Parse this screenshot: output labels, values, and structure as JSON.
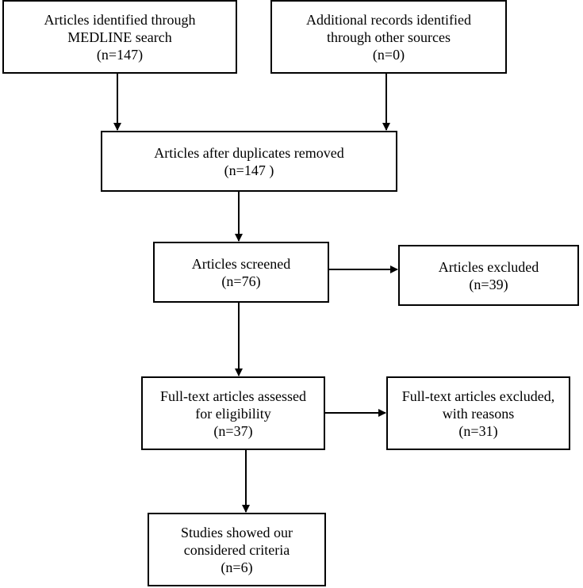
{
  "diagram": {
    "boxes": {
      "medline": {
        "lines": [
          "Articles identified through",
          "MEDLINE search",
          "(n=147)"
        ]
      },
      "other_sources": {
        "lines": [
          "Additional records identified",
          "through other sources",
          "(n=0)"
        ]
      },
      "after_duplicates": {
        "lines": [
          "Articles after duplicates removed",
          "(n=147 )"
        ]
      },
      "screened": {
        "lines": [
          "Articles screened",
          "(n=76)"
        ]
      },
      "excluded": {
        "lines": [
          "Articles excluded",
          "(n=39)"
        ]
      },
      "full_text": {
        "lines": [
          "Full-text articles assessed",
          "for eligibility",
          "(n=37)"
        ]
      },
      "full_text_excluded": {
        "lines": [
          "Full-text articles excluded,",
          "with reasons",
          "(n=31)"
        ]
      },
      "studies": {
        "lines": [
          "Studies showed our",
          "considered criteria",
          "(n=6)"
        ]
      }
    }
  }
}
